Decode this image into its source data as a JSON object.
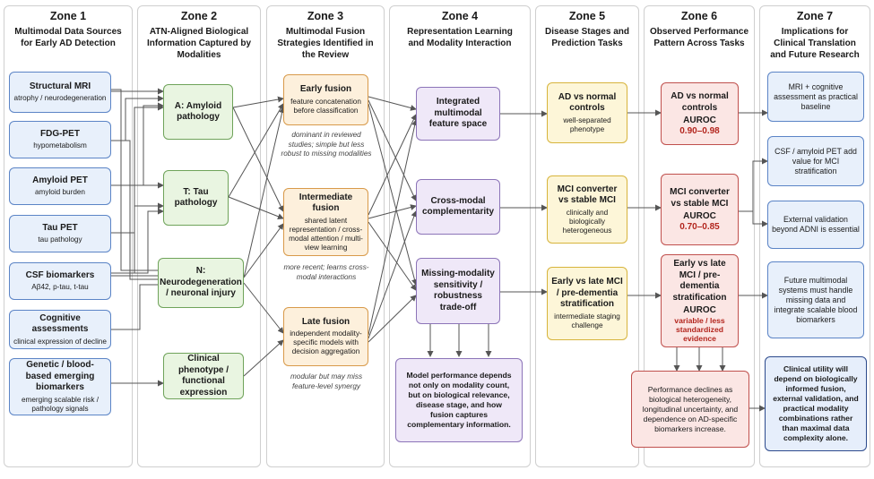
{
  "zones": [
    {
      "title": "Zone 1",
      "subtitle": "Multimodal Data Sources for Early AD Detection"
    },
    {
      "title": "Zone 2",
      "subtitle": "ATN-Aligned Biological Information Captured by Modalities"
    },
    {
      "title": "Zone 3",
      "subtitle": "Multimodal Fusion Strategies Identified in the Review"
    },
    {
      "title": "Zone 4",
      "subtitle": "Representation Learning and Modality Interaction"
    },
    {
      "title": "Zone 5",
      "subtitle": "Disease Stages and Prediction Tasks"
    },
    {
      "title": "Zone 6",
      "subtitle": "Observed Performance Pattern Across Tasks"
    },
    {
      "title": "Zone 7",
      "subtitle": "Implications for Clinical Translation and Future Research"
    }
  ],
  "zone1": [
    {
      "title": "Structural MRI",
      "sub": "atrophy / neurodegeneration"
    },
    {
      "title": "FDG-PET",
      "sub": "hypometabolism"
    },
    {
      "title": "Amyloid PET",
      "sub": "amyloid burden"
    },
    {
      "title": "Tau PET",
      "sub": "tau pathology"
    },
    {
      "title": "CSF biomarkers",
      "sub": "Aβ42, p-tau, t-tau"
    },
    {
      "title": "Cognitive assessments",
      "sub": "clinical expression of decline"
    },
    {
      "title": "Genetic / blood-based emerging biomarkers",
      "sub": "emerging scalable risk / pathology signals"
    }
  ],
  "zone2": [
    {
      "title": "A: Amyloid pathology"
    },
    {
      "title": "T: Tau pathology"
    },
    {
      "title": "N: Neurodegeneration / neuronal injury"
    },
    {
      "title": "Clinical phenotype / functional expression"
    }
  ],
  "zone3": [
    {
      "title": "Early fusion",
      "sub": "feature concatenation before classification",
      "note": "dominant in reviewed studies; simple but less robust to missing modalities"
    },
    {
      "title": "Intermediate fusion",
      "sub": "shared latent representation / cross-modal attention / multi-view learning",
      "note": "more recent; learns cross-modal interactions"
    },
    {
      "title": "Late fusion",
      "sub": "independent modality-specific models with decision aggregation",
      "note": "modular but may miss feature-level synergy"
    }
  ],
  "zone4": [
    {
      "title": "Integrated multimodal feature space"
    },
    {
      "title": "Cross-modal complementarity"
    },
    {
      "title": "Missing-modality sensitivity / robustness trade-off"
    }
  ],
  "zone4_summary": "Model performance depends not only on modality count, but on biological relevance, disease stage, and how fusion captures complementary information.",
  "zone5": [
    {
      "title": "AD vs normal controls",
      "sub": "well-separated phenotype"
    },
    {
      "title": "MCI converter vs stable MCI",
      "sub": "clinically and biologically heterogeneous"
    },
    {
      "title": "Early vs late MCI / pre-dementia stratification",
      "sub": "intermediate staging challenge"
    }
  ],
  "zone6": [
    {
      "title": "AD vs normal controls",
      "auroc_label": "AUROC",
      "auroc": "0.90–0.98"
    },
    {
      "title": "MCI converter vs stable MCI",
      "auroc_label": "AUROC",
      "auroc": "0.70–0.85"
    },
    {
      "title": "Early vs late MCI / pre-dementia stratification",
      "auroc_label": "AUROC",
      "auroc": "variable / less standardized evidence"
    }
  ],
  "zone6_summary": "Performance declines as biological heterogeneity, longitudinal uncertainty, and dependence on AD-specific biomarkers increase.",
  "zone7": [
    "MRI + cognitive assessment as practical baseline",
    "CSF / amyloid PET add value for MCI stratification",
    "External validation beyond ADNI is essential",
    "Future multimodal systems must handle missing data and integrate scalable blood biomarkers"
  ],
  "zone7_final": "Clinical utility will depend on biologically informed fusion, external validation, and practical modality combinations rather than maximal data complexity alone.",
  "colors": {
    "blue": "#5b84c6",
    "green": "#6fa35a",
    "orange": "#d89a4a",
    "purple": "#8c74b8",
    "yellow": "#d7b43c",
    "red": "#c0504d",
    "auroc_red": "#b3261e",
    "dark_blue": "#2c4a8c"
  }
}
